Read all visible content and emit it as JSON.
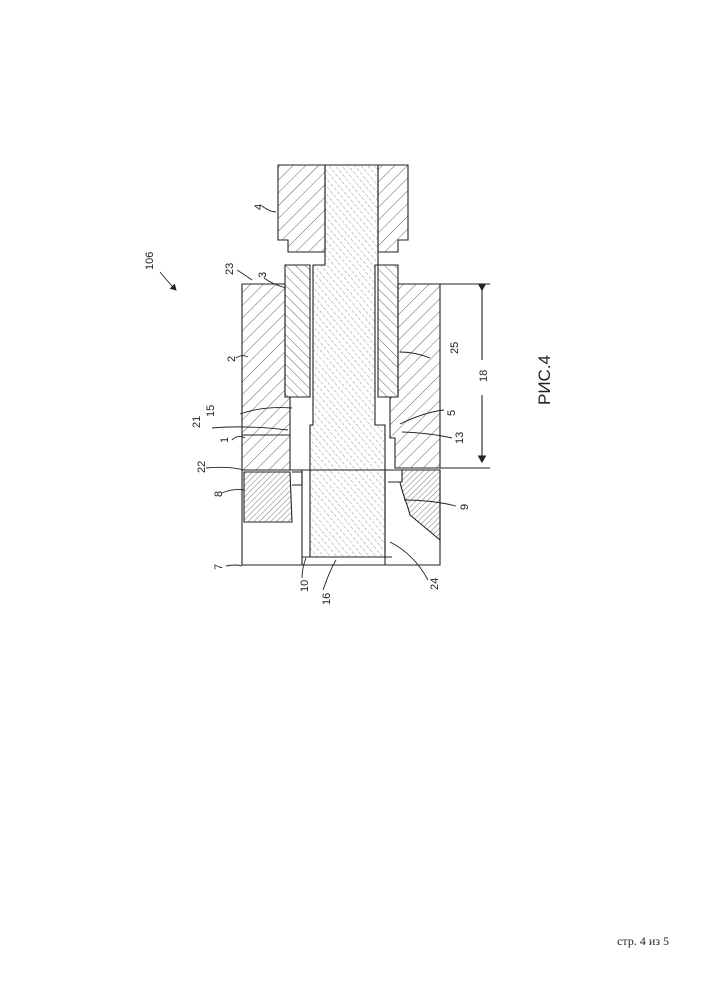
{
  "figure": {
    "caption": "РИС.4",
    "assembly_ref": "106",
    "dimension_label": "18",
    "labels": {
      "l1": "1",
      "l2": "2",
      "l3": "3",
      "l4": "4",
      "l5": "5",
      "l7": "7",
      "l8": "8",
      "l9": "9",
      "l10": "10",
      "l13": "13",
      "l15": "15",
      "l16": "16",
      "l21": "21",
      "l22": "22",
      "l23": "23",
      "l24": "24",
      "l25": "25"
    }
  },
  "footer": {
    "page_text": "стр. 4 из 5"
  }
}
